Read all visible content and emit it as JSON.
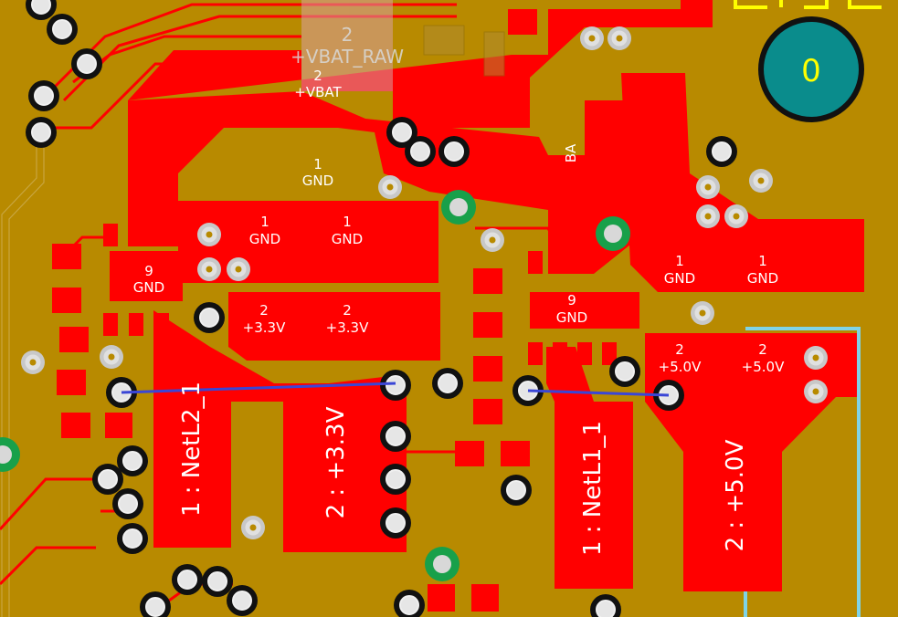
{
  "view": {
    "fills": {
      "board": "#b88a00",
      "copper": "#ff0000",
      "ratsnest": "#3a46d6",
      "keepout": "#7fd3e6",
      "component": "#0a8c8c",
      "silk_label": "#ffff00"
    }
  },
  "labels": {
    "vbat_raw": "+VBAT_RAW",
    "vbat_raw_pin": "2",
    "vbat_pin": "2",
    "vbat": "+VBAT",
    "ba": "BA",
    "gnd_top_pin": "1",
    "gnd_top": "GND",
    "gnd_a_pin": "1",
    "gnd_a": "GND",
    "gnd_b_pin": "1",
    "gnd_b": "GND",
    "gnd_c_pin": "1",
    "gnd_c": "GND",
    "gnd_d_pin": "1",
    "gnd_d": "GND",
    "gnd9_left_pin": "9",
    "gnd9_left": "GND",
    "gnd9_right_pin": "9",
    "gnd9_right": "GND",
    "v33_a_pin": "2",
    "v33_a": "+3.3V",
    "v33_b_pin": "2",
    "v33_b": "+3.3V",
    "v50_a_pin": "2",
    "v50_a": "+5.0V",
    "v50_b_pin": "2",
    "v50_b": "+5.0V",
    "netl2": "1 : NetL2_1",
    "net33": "2 : +3.3V",
    "netl1": "1 : NetL1_1",
    "net50": "2 : +5.0V",
    "zero": "0"
  }
}
